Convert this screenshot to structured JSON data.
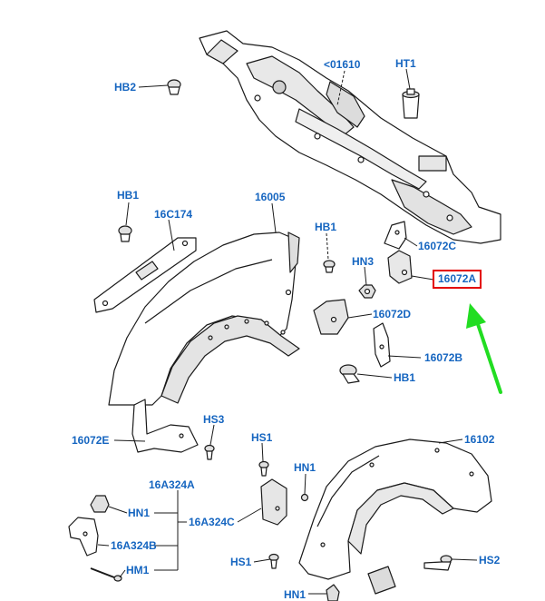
{
  "colors": {
    "label": "#1565c0",
    "highlight_box": "#e30000",
    "arrow": "#22dd22",
    "line": "#1a1a1a",
    "part_fill": "#ffffff",
    "part_shade": "#d9d9d9"
  },
  "labels": {
    "hb2": "HB2",
    "p01610": "<01610",
    "ht1": "HT1",
    "hb1_top": "HB1",
    "p16c174": "16C174",
    "p16005": "16005",
    "hb1_mid": "HB1",
    "p16072c": "16072C",
    "hn3": "HN3",
    "p16072a": "16072A",
    "p16072d": "16072D",
    "p16072b": "16072B",
    "hb1_low": "HB1",
    "hs3": "HS3",
    "p16072e": "16072E",
    "hs1_top": "HS1",
    "p16102": "16102",
    "hn1_mid": "HN1",
    "p16a324a": "16A324A",
    "hn1_left": "HN1",
    "p16a324c": "16A324C",
    "p16a324b": "16A324B",
    "hm1": "HM1",
    "hs1_bottom": "HS1",
    "hs2": "HS2",
    "hn1_bottom": "HN1"
  },
  "highlighted_part": "16072A",
  "icons": {
    "pointer": "green-arrow-icon"
  }
}
